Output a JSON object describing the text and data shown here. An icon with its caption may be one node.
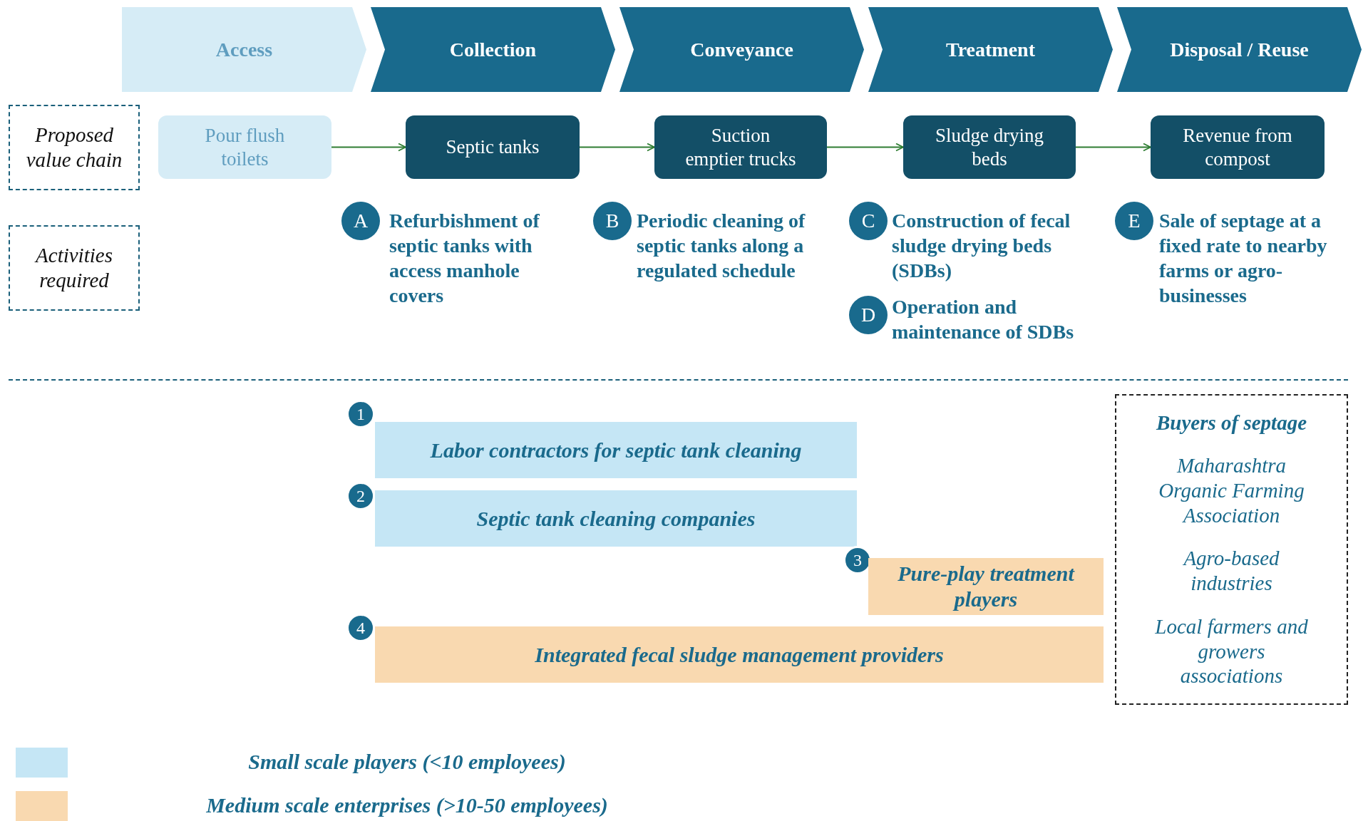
{
  "diagram": {
    "nodes": [
      {
        "text": [
          "Access"
        ]
      },
      {
        "text": [
          "Collection"
        ]
      },
      {
        "text": [
          "Conveyance"
        ]
      },
      {
        "text": [
          "Treatment"
        ]
      },
      {
        "text": [
          "Disposal / Reuse"
        ]
      },
      {
        "text": [
          "Proposed value chain"
        ]
      },
      {
        "text": [
          "Activities required"
        ]
      },
      {
        "text": [
          "Pour flush toilets"
        ]
      },
      {
        "text": [
          "Septic tanks"
        ]
      },
      {
        "text": [
          "Suction emptier trucks"
        ]
      },
      {
        "text": [
          "Sludge drying beds"
        ]
      },
      {
        "text": [
          "Revenue from compost"
        ]
      },
      {
        "text": [
          "A"
        ],
        "beside": [
          "Refurbishment of septic tanks with access manhole covers"
        ]
      },
      {
        "text": [
          "B"
        ],
        "beside": [
          "Periodic cleaning of septic tanks along a regulated schedule"
        ]
      },
      {
        "text": [
          "C"
        ],
        "beside": [
          "Construction of fecal sludge drying beds (SDBs)"
        ]
      },
      {
        "text": [
          "D"
        ],
        "beside": [
          "Operation and maintenance of SDBs"
        ]
      },
      {
        "text": [
          "E"
        ],
        "beside": [
          "Sale of septage at a fixed rate to nearby farms or agro-businesses"
        ]
      },
      {
        "text": [
          "1"
        ]
      },
      {
        "text": [
          "Labor contractors for septic tank cleaning"
        ]
      },
      {
        "text": [
          "2"
        ]
      },
      {
        "text": [
          "Septic tank cleaning companies"
        ]
      },
      {
        "text": [
          "3"
        ]
      },
      {
        "text": [
          "Pure-play treatment players"
        ]
      },
      {
        "text": [
          "4"
        ]
      },
      {
        "text": [
          "Integrated fecal sludge management providers"
        ]
      },
      {
        "text": [
          "Buyers of septage",
          "Maharashtra Organic Farming Association",
          "Agro-based industries",
          "Local farmers and growers associations"
        ]
      }
    ],
    "edges": [
      {
        "from": 7,
        "to": 8,
        "arrow": "to"
      },
      {
        "from": 8,
        "to": 9,
        "arrow": "to"
      },
      {
        "from": 9,
        "to": 10,
        "arrow": "to"
      },
      {
        "from": 10,
        "to": 11,
        "arrow": "to"
      }
    ],
    "legend": [
      {
        "text": "Small scale players (<10 employees)",
        "color": "#c5e6f5"
      },
      {
        "text": "Medium scale enterprises (>10-50 employees)",
        "color": "#f9d9b0"
      }
    ]
  }
}
